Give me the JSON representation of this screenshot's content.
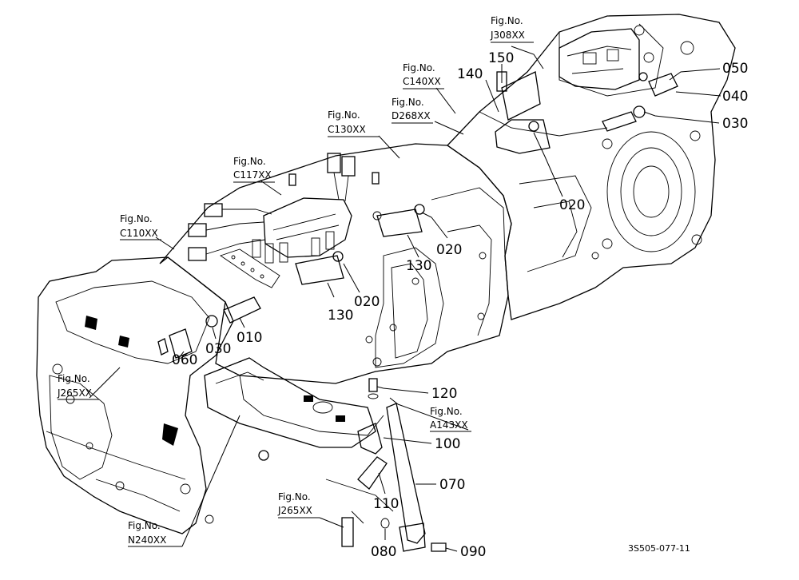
{
  "fig_refs": [
    {
      "id": "j308",
      "prefix": "Fig.No.",
      "code": "J308XX"
    },
    {
      "id": "c140",
      "prefix": "Fig.No.",
      "code": "C140XX"
    },
    {
      "id": "d268",
      "prefix": "Fig.No.",
      "code": "D268XX"
    },
    {
      "id": "c130",
      "prefix": "Fig.No.",
      "code": "C130XX"
    },
    {
      "id": "c117",
      "prefix": "Fig.No.",
      "code": "C117XX"
    },
    {
      "id": "c110",
      "prefix": "Fig.No.",
      "code": "C110XX"
    },
    {
      "id": "j265a",
      "prefix": "Fig.No.",
      "code": "J265XX"
    },
    {
      "id": "a143",
      "prefix": "Fig.No.",
      "code": "A143XX"
    },
    {
      "id": "j265b",
      "prefix": "Fig.No.",
      "code": "J265XX"
    },
    {
      "id": "n240",
      "prefix": "Fig.No.",
      "code": "N240XX"
    }
  ],
  "parts": [
    {
      "id": "p150",
      "label": "150"
    },
    {
      "id": "p140",
      "label": "140"
    },
    {
      "id": "p050",
      "label": "050"
    },
    {
      "id": "p040",
      "label": "040"
    },
    {
      "id": "p030a",
      "label": "030"
    },
    {
      "id": "p020a",
      "label": "020"
    },
    {
      "id": "p020b",
      "label": "020"
    },
    {
      "id": "p130a",
      "label": "130"
    },
    {
      "id": "p020c",
      "label": "020"
    },
    {
      "id": "p130b",
      "label": "130"
    },
    {
      "id": "p010",
      "label": "010"
    },
    {
      "id": "p030b",
      "label": "030"
    },
    {
      "id": "p060",
      "label": "060"
    },
    {
      "id": "p120",
      "label": "120"
    },
    {
      "id": "p100",
      "label": "100"
    },
    {
      "id": "p070",
      "label": "070"
    },
    {
      "id": "p110",
      "label": "110"
    },
    {
      "id": "p080",
      "label": "080"
    },
    {
      "id": "p090",
      "label": "090"
    }
  ],
  "drawing_code": "3S505-077-11"
}
